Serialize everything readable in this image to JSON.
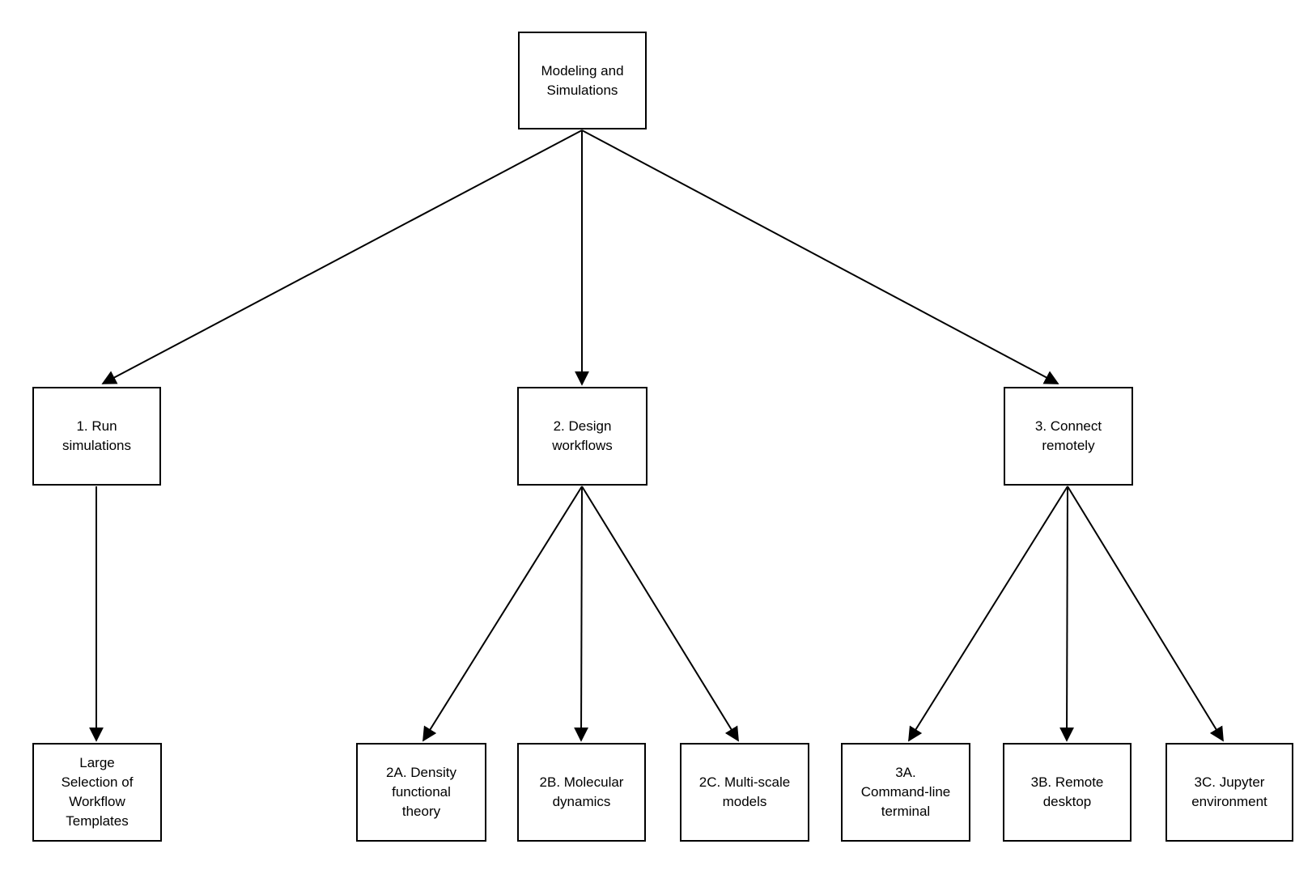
{
  "nodes": {
    "root": {
      "label": [
        "Modeling and",
        "Simulations"
      ]
    },
    "run_simulations": {
      "label": [
        "1. Run",
        "simulations"
      ]
    },
    "design_workflows": {
      "label": [
        "2. Design",
        "workflows"
      ]
    },
    "connect_remotely": {
      "label": [
        "3. Connect",
        "remotely"
      ]
    },
    "workflow_templates": {
      "label": [
        "Large",
        "Selection of",
        "Workflow",
        "Templates"
      ]
    },
    "density_functional_theory": {
      "label": [
        "2A. Density",
        "functional",
        "theory"
      ]
    },
    "molecular_dynamics": {
      "label": [
        "2B. Molecular",
        "dynamics"
      ]
    },
    "multi_scale_models": {
      "label": [
        "2C. Multi-scale",
        "models"
      ]
    },
    "command_line_terminal": {
      "label": [
        "3A.",
        "Command-line",
        "terminal"
      ]
    },
    "remote_desktop": {
      "label": [
        "3B. Remote",
        "desktop"
      ]
    },
    "jupyter_environment": {
      "label": [
        "3C. Jupyter",
        "environment"
      ]
    }
  },
  "edges": [
    {
      "from": "root",
      "to": "run_simulations"
    },
    {
      "from": "root",
      "to": "design_workflows"
    },
    {
      "from": "root",
      "to": "connect_remotely"
    },
    {
      "from": "run_simulations",
      "to": "workflow_templates"
    },
    {
      "from": "design_workflows",
      "to": "density_functional_theory"
    },
    {
      "from": "design_workflows",
      "to": "molecular_dynamics"
    },
    {
      "from": "design_workflows",
      "to": "multi_scale_models"
    },
    {
      "from": "connect_remotely",
      "to": "command_line_terminal"
    },
    {
      "from": "connect_remotely",
      "to": "remote_desktop"
    },
    {
      "from": "connect_remotely",
      "to": "jupyter_environment"
    }
  ],
  "colors": {
    "background": "#ffffff",
    "box_fill": "#ffffff",
    "box_border": "#000000",
    "text": "#000000",
    "arrow": "#000000"
  }
}
